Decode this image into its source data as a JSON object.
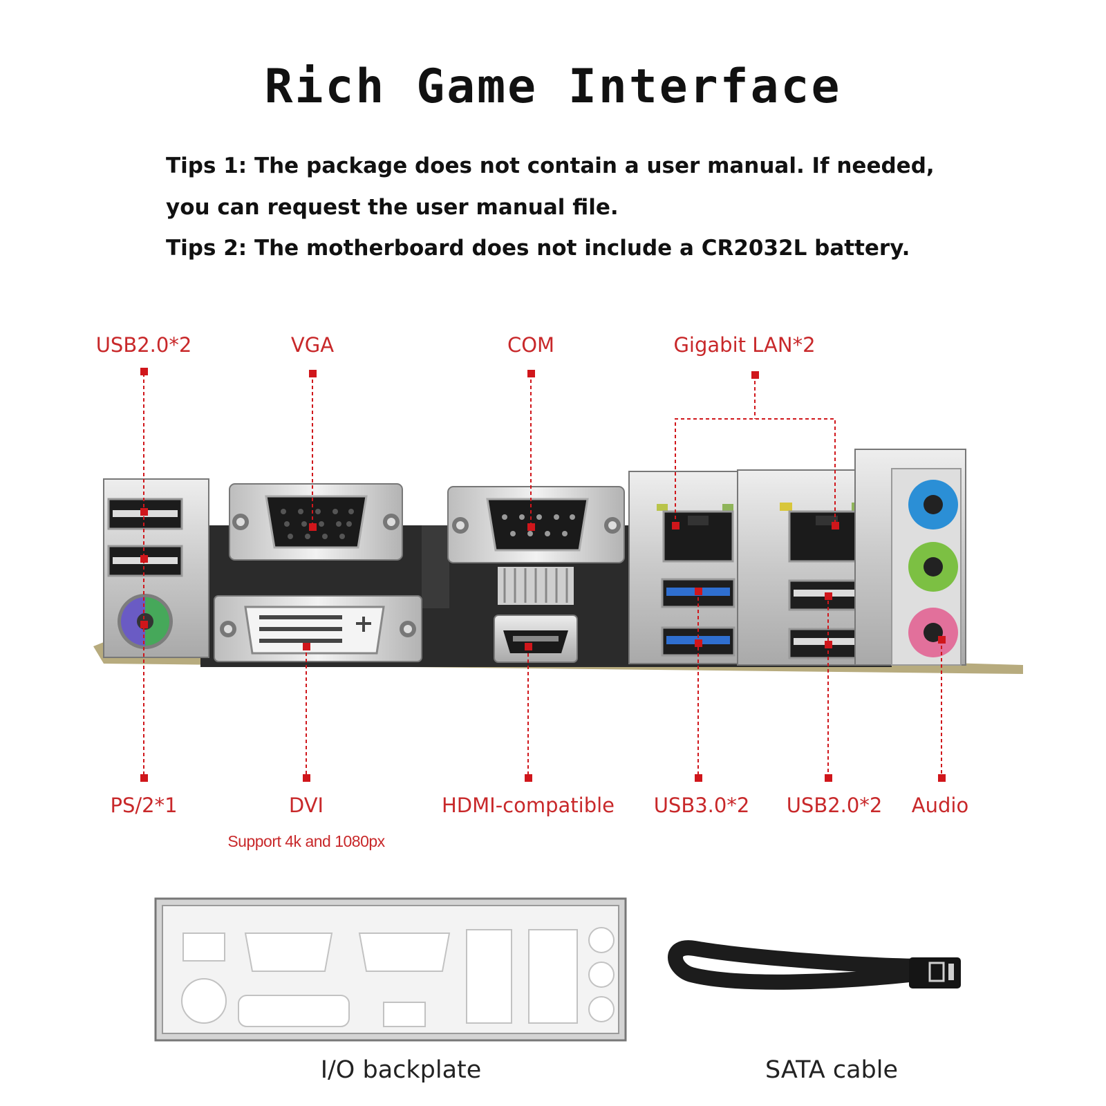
{
  "title": "Rich Game Interface",
  "tips": [
    "Tips 1: The package does not contain a user manual. If needed,",
    "you can request the user manual file.",
    "Tips 2: The motherboard does not include a CR2032L battery."
  ],
  "top_labels": {
    "usb20_left": "USB2.0*2",
    "vga": "VGA",
    "com": "COM",
    "gigabit_lan": "Gigabit LAN*2"
  },
  "bottom_labels": {
    "ps2": "PS/2*1",
    "dvi": "DVI",
    "hdmi": "HDMI-compatible",
    "usb30": "USB3.0*2",
    "usb20_right": "USB2.0*2",
    "audio": "Audio"
  },
  "dvi_note": "Support 4k and 1080px",
  "captions": {
    "backplate": "I/O backplate",
    "sata": "SATA cable"
  },
  "colors": {
    "label_red": "#c8282a",
    "marker_red": "#d0161b",
    "audio_blue": "#2b8fd6",
    "audio_green": "#7cc043",
    "audio_pink": "#e2709b",
    "usb3_blue": "#2f6fd0",
    "ps2_purple": "#6a5bc4",
    "ps2_green": "#46a85a"
  }
}
